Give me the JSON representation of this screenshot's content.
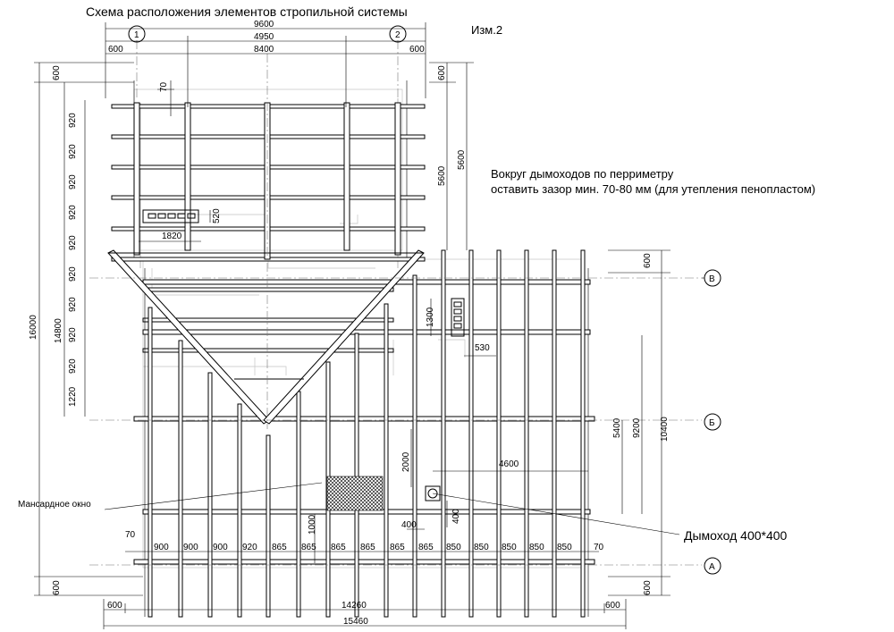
{
  "title": "Схема расположения элементов стропильной системы",
  "revision": "Изм.2",
  "note_line1": "Вокруг дымоходов по перриметру",
  "note_line2": "оставить зазор мин. 70-80 мм (для утепления пенопластом)",
  "label_dormer": "Мансардное окно",
  "label_chimney": "Дымоход 400*400",
  "axes": {
    "a1": "1",
    "a2": "2",
    "aV": "В",
    "aB": "Б",
    "aA": "А"
  },
  "dims": {
    "top_overall": "9600",
    "top_4950": "4950",
    "top_8400": "8400",
    "top_600_left": "600",
    "top_600_right": "600",
    "d70_top": "70",
    "d1820": "1820",
    "d520": "520",
    "d1300": "1300",
    "d530": "530",
    "d2000": "2000",
    "d4600": "4600",
    "d1000": "1000",
    "d400h": "400",
    "d400v": "400",
    "d70_left": "70",
    "d70_right": "70",
    "left_16000": "16000",
    "left_14800": "14800",
    "left_600_top": "600",
    "left_600_bottom": "600",
    "left_rafter_spacing": [
      "920",
      "920",
      "920",
      "920",
      "920",
      "920",
      "920",
      "920",
      "920",
      "1220"
    ],
    "right_600_top": "600",
    "right_5600_a": "5600",
    "right_5600_b": "5600",
    "right_600_v": "600",
    "right_5400": "5400",
    "right_9200": "9200",
    "right_10400": "10400",
    "right_600_bottom": "600",
    "bottom_600_left": "600",
    "bottom_14260": "14260",
    "bottom_600_right": "600",
    "bottom_15460": "15460",
    "bottom_spacing": [
      "900",
      "900",
      "900",
      "920",
      "865",
      "865",
      "865",
      "865",
      "865",
      "865",
      "850",
      "850",
      "850",
      "850",
      "850"
    ]
  }
}
